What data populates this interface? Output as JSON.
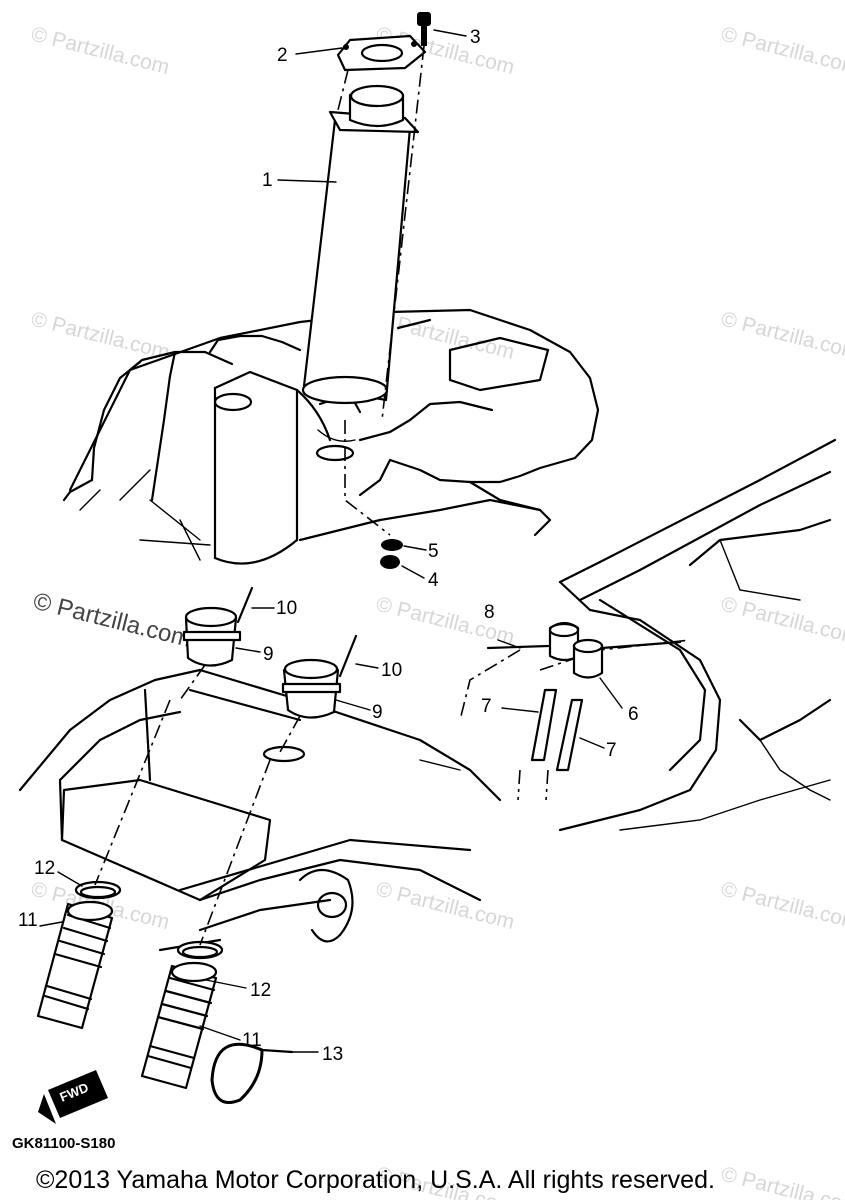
{
  "diagram": {
    "callouts": [
      {
        "id": "c1",
        "label": "1"
      },
      {
        "id": "c2",
        "label": "2"
      },
      {
        "id": "c3",
        "label": "3"
      },
      {
        "id": "c4",
        "label": "4"
      },
      {
        "id": "c5",
        "label": "5"
      },
      {
        "id": "c6",
        "label": "6"
      },
      {
        "id": "c7a",
        "label": "7"
      },
      {
        "id": "c7b",
        "label": "7"
      },
      {
        "id": "c8",
        "label": "8"
      },
      {
        "id": "c9a",
        "label": "9"
      },
      {
        "id": "c9b",
        "label": "9"
      },
      {
        "id": "c10a",
        "label": "10"
      },
      {
        "id": "c10b",
        "label": "10"
      },
      {
        "id": "c11a",
        "label": "11"
      },
      {
        "id": "c11b",
        "label": "11"
      },
      {
        "id": "c12a",
        "label": "12"
      },
      {
        "id": "c12b",
        "label": "12"
      },
      {
        "id": "c13",
        "label": "13"
      }
    ],
    "part_code": "GK81100-S180",
    "fwd_label": "FWD",
    "watermark": "© Partzilla.com",
    "copyright": "©2013 Yamaha Motor Corporation, U.S.A. All rights reserved."
  }
}
